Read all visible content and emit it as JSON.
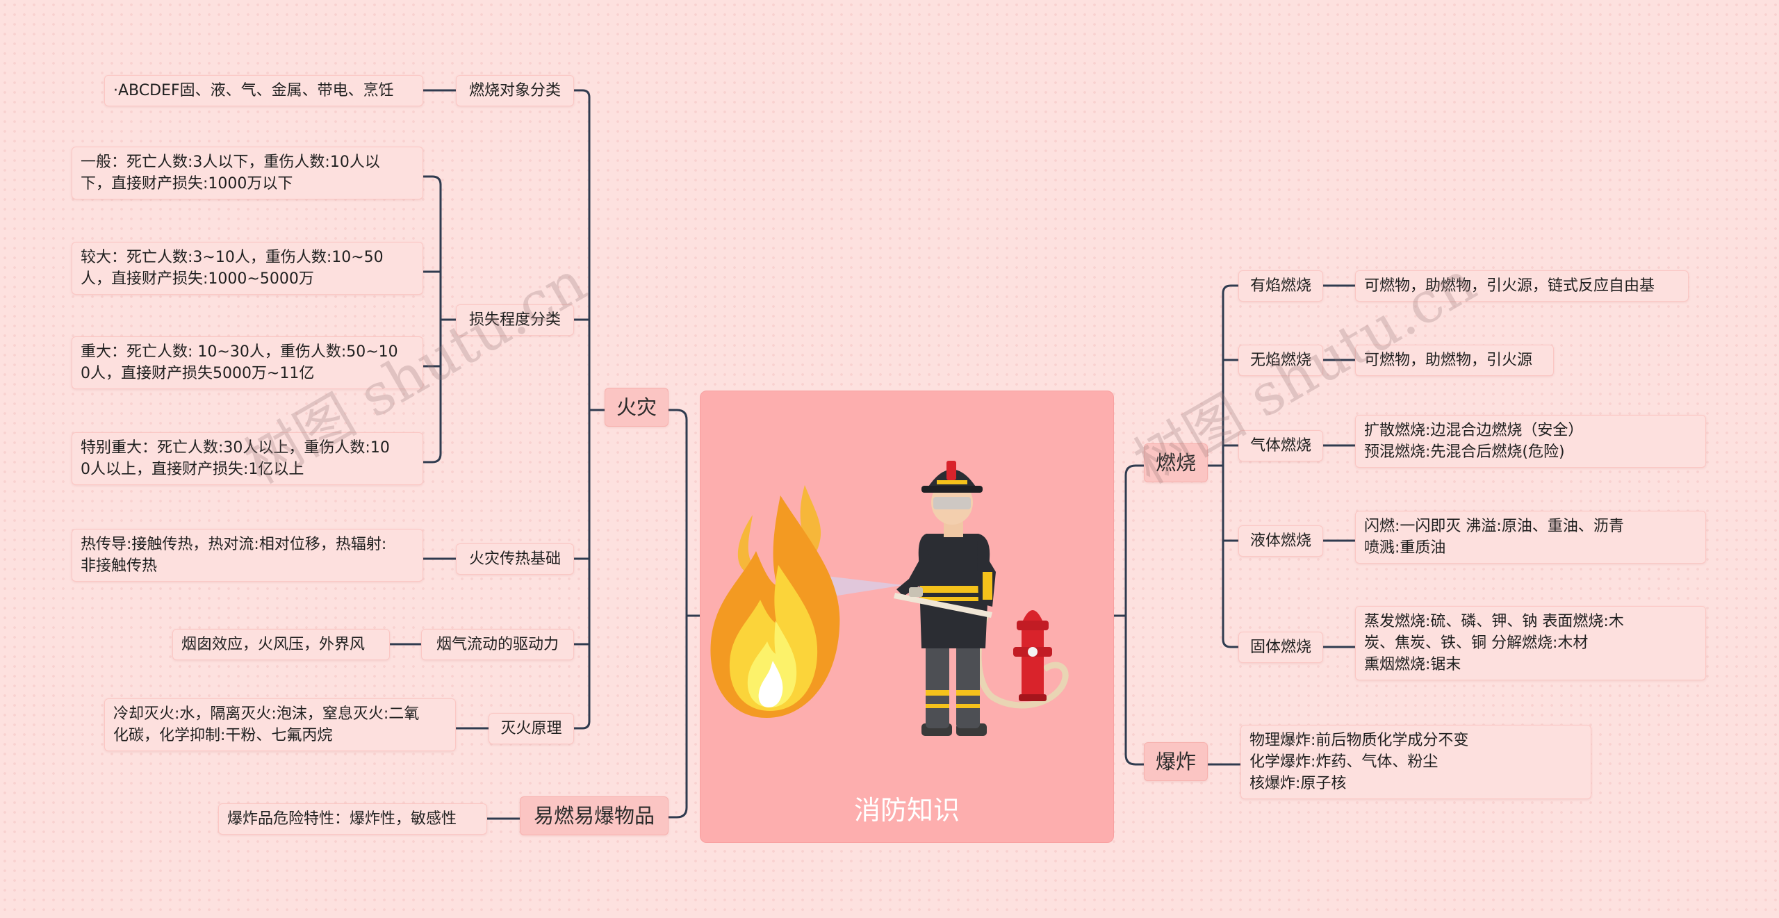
{
  "center": {
    "title": "消防知识"
  },
  "branches": {
    "fire": "火灾",
    "explosives": "易燃易爆物品",
    "combustion": "燃烧",
    "explosion": "爆炸"
  },
  "fire": {
    "object_class": {
      "label": "燃烧对象分类",
      "detail": "·ABCDEF固、液、气、金属、带电、烹饪"
    },
    "loss_class": {
      "label": "损失程度分类",
      "items": [
        "一般：死亡人数:3人以下，重伤人数:10人以\n下，直接财产损失:1000万以下",
        "较大：死亡人数:3~10人，重伤人数:10~50\n人，直接财产损失:1000~5000万",
        "重大：死亡人数: 10~30人，重伤人数:50~10\n0人，直接财产损失5000万~11亿",
        "特别重大：死亡人数:30人以上，重伤人数:10\n0人以上，直接财产损失:1亿以上"
      ]
    },
    "heat_transfer": {
      "label": "火灾传热基础",
      "detail": "热传导:接触传热，热对流:相对位移，热辐射:\n非接触传热"
    },
    "smoke_flow": {
      "label": "烟气流动的驱动力",
      "detail": "烟囱效应，火风压，外界风"
    },
    "extinguish": {
      "label": "灭火原理",
      "detail": "冷却灭火:水，隔离灭火:泡沫，窒息灭火:二氧\n化碳，化学抑制:干粉、七氟丙烷"
    }
  },
  "explosives": {
    "detail": "爆炸品危险特性：爆炸性，敏感性"
  },
  "combustion": {
    "flaming": {
      "label": "有焰燃烧",
      "detail": "可燃物，助燃物，引火源，链式反应自由基"
    },
    "flameless": {
      "label": "无焰燃烧",
      "detail": "可燃物，助燃物，引火源"
    },
    "gas": {
      "label": "气体燃烧",
      "detail": "扩散燃烧:边混合边燃烧（安全）\n预混燃烧:先混合后燃烧(危险)"
    },
    "liquid": {
      "label": "液体燃烧",
      "detail": "闪燃:一闪即灭         沸溢:原油、重油、沥青\n        喷溅:重质油"
    },
    "solid": {
      "label": "固体燃烧",
      "detail": "蒸发燃烧:硫、磷、钾、钠         表面燃烧:木\n炭、焦炭、铁、铜         分解燃烧:木材\n熏烟燃烧:锯末"
    }
  },
  "explosion": {
    "detail": "物理爆炸:前后物质化学成分不变\n化学爆炸:炸药、气体、粉尘\n核爆炸:原子核"
  },
  "watermark": "树图 shutu.cn",
  "colors": {
    "background": "#fde1df",
    "node": "#fde0de",
    "branch": "#fbc5c3",
    "center": "#fdaeae",
    "line": "#2f3b4f"
  }
}
